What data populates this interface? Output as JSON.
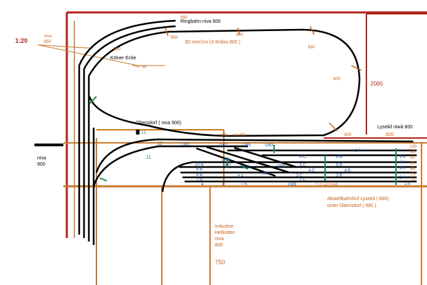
{
  "scale": "1:20",
  "labels": {
    "niva_950_top": "niva",
    "niva_950_bottom": "950",
    "ringbahn": "Ringbahn niva 800",
    "n890": "890",
    "n850a": "850",
    "n860": "860",
    "n920": "920",
    "slope": "3D mm/1m (4.6mbis 800 )",
    "kolner_ecke": "Kölner Ecke",
    "small_note": "ru= adl.",
    "n930": "930",
    "n800a": "800",
    "n2000": "2000",
    "obersdorf": "Obersdorf ( niva 900)",
    "lysekil_niva": "Lysekil niwå 800",
    "n800b": "800",
    "n820": "820",
    "n850b": "850",
    "niva_900": "niva 900",
    "niva_left_a": "niva",
    "niva_left_b": "900",
    "n12": "12",
    "n11": "11",
    "n13": "13",
    "abstell": "Abstellbahnhof Lysekil ( 800)",
    "unter_obersdorf": "unter Obersdorf ( 990 )",
    "industrie": "Industrie",
    "hellinden": "Hellinden",
    "niva_ind": "niva",
    "ind_800": "800",
    "n750": "750"
  },
  "yard_labels": {
    "lw1": "LW1",
    "lw2": "LW2",
    "lw3": "LW3",
    "lw4": "LW4",
    "lw5": "LW5",
    "lw6": "LW6",
    "lw7": "LW7",
    "lw8": "LW8",
    "lw9": "LW9",
    "t6A": "6 A",
    "t5A": "5 A",
    "t4A": "4 A",
    "t3A": "3 A",
    "t2A": "2 A",
    "t1A": "1 A",
    "t6B": "6 B",
    "t5B": "5 B",
    "t4B": "4 B",
    "t3B": "3 B",
    "t6C": "6 C",
    "t5C": "5 C",
    "t4C": "4 C",
    "t3C": "3 C",
    "t2C": "2 C",
    "t7B": "7 B",
    "t8B": "8 B",
    "t9B": "9 B",
    "t10B": "10 B",
    "t7A": "7 A",
    "t8A": "8 A",
    "t9A": "9 A",
    "t10A": "10 A",
    "t1": "1",
    "t2": "2",
    "t4": "4",
    "r100": "100",
    "r95": "95",
    "r90": "90",
    "r85": "85",
    "r80": "80",
    "r75": "75",
    "r70": "70",
    "note_bottom": "1 t C (>2) (=bl)"
  },
  "colors": {
    "wall": "#b0231a",
    "baseboard": "#c77a2e",
    "track": "#000000",
    "signal": "#1c8a4a",
    "annotation": "#c9621c",
    "label_blue": "#1b4f9c"
  }
}
